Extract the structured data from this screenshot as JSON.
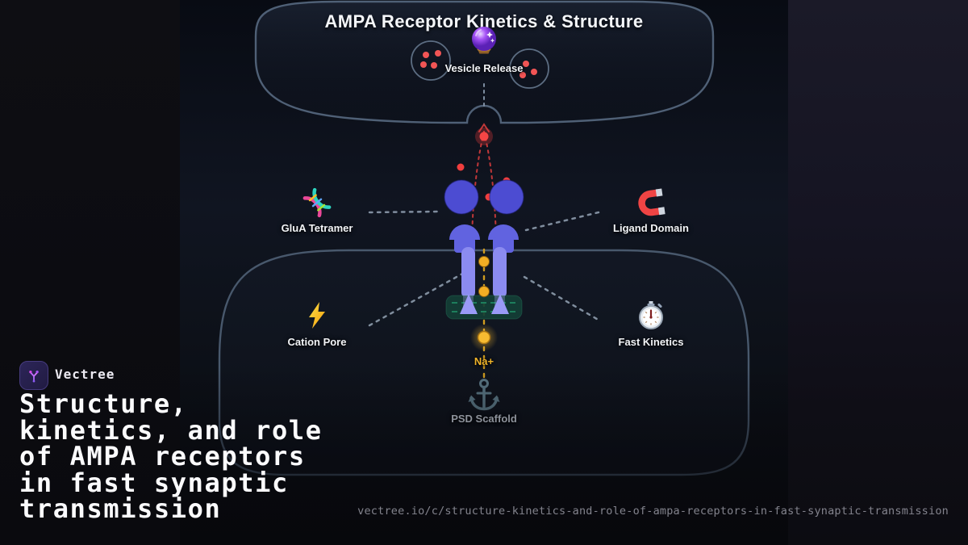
{
  "branding": {
    "name": "Vectree",
    "logo_icon": "vectree-branch-icon"
  },
  "headline": "Structure,\nkinetics, and role\nof AMPA receptors\nin fast synaptic\ntransmission",
  "footer_url": "vectree.io/c/structure-kinetics-and-role-of-ampa-receptors-in-fast-synaptic-transmission",
  "diagram": {
    "title": "AMPA Receptor Kinetics & Structure",
    "ion_label": "Na+",
    "nodes": [
      {
        "id": "vesicle-release",
        "label": "Vesicle Release",
        "icon": "crystal-ball-icon"
      },
      {
        "id": "glua-tetramer",
        "label": "GluA Tetramer",
        "icon": "dna-icon"
      },
      {
        "id": "ligand-domain",
        "label": "Ligand Domain",
        "icon": "magnet-icon"
      },
      {
        "id": "cation-pore",
        "label": "Cation Pore",
        "icon": "lightning-icon"
      },
      {
        "id": "fast-kinetics",
        "label": "Fast Kinetics",
        "icon": "stopwatch-icon"
      },
      {
        "id": "psd-scaffold",
        "label": "PSD Scaffold",
        "icon": "anchor-icon"
      }
    ],
    "colors": {
      "membrane_slate": "#4f6076",
      "receptor_dark_blue": "#4c4cd2",
      "receptor_mid_blue": "#6163e0",
      "receptor_light_blue": "#8b8bf0",
      "glutamate_red": "#f03e3e",
      "sodium_gold": "#f0b429",
      "psd_green": "#1f8a63",
      "brand_purple": "#a855f7"
    }
  }
}
